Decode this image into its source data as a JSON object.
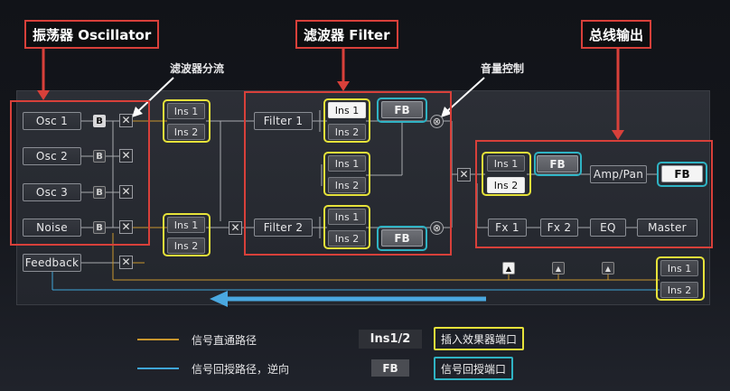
{
  "section_titles": {
    "osc": "振荡器 Oscillator",
    "filter": "滤波器 Filter",
    "output": "总线输出"
  },
  "annotations": {
    "filter_split": "滤波器分流",
    "volume_control": "音量控制"
  },
  "oscillators": [
    "Osc 1",
    "Osc 2",
    "Osc 3",
    "Noise"
  ],
  "feedback_label": "Feedback",
  "b_label": "B",
  "x_glyph": "✕",
  "circx_glyph": "⊗",
  "tri_glyph": "▲",
  "ins1": "Ins 1",
  "ins2": "Ins 2",
  "fb_label": "FB",
  "filters": [
    "Filter 1",
    "Filter 2"
  ],
  "output_chain": {
    "amp_pan": "Amp/Pan",
    "fx1": "Fx 1",
    "fx2": "Fx 2",
    "eq": "EQ",
    "master": "Master"
  },
  "legend": {
    "direct_path": "信号直通路径",
    "feedback_path": "信号回授路径，逆向",
    "ins_key": "Ins1/2",
    "ins_desc": "插入效果器端口",
    "fb_key": "FB",
    "fb_desc": "信号回授端口"
  },
  "colors": {
    "direct_line": "#c8962e",
    "feedback_line": "#3fa6d8",
    "highlight_red": "#d8403a",
    "highlight_yellow": "#e6e23a",
    "highlight_cyan": "#2fb3c4"
  }
}
